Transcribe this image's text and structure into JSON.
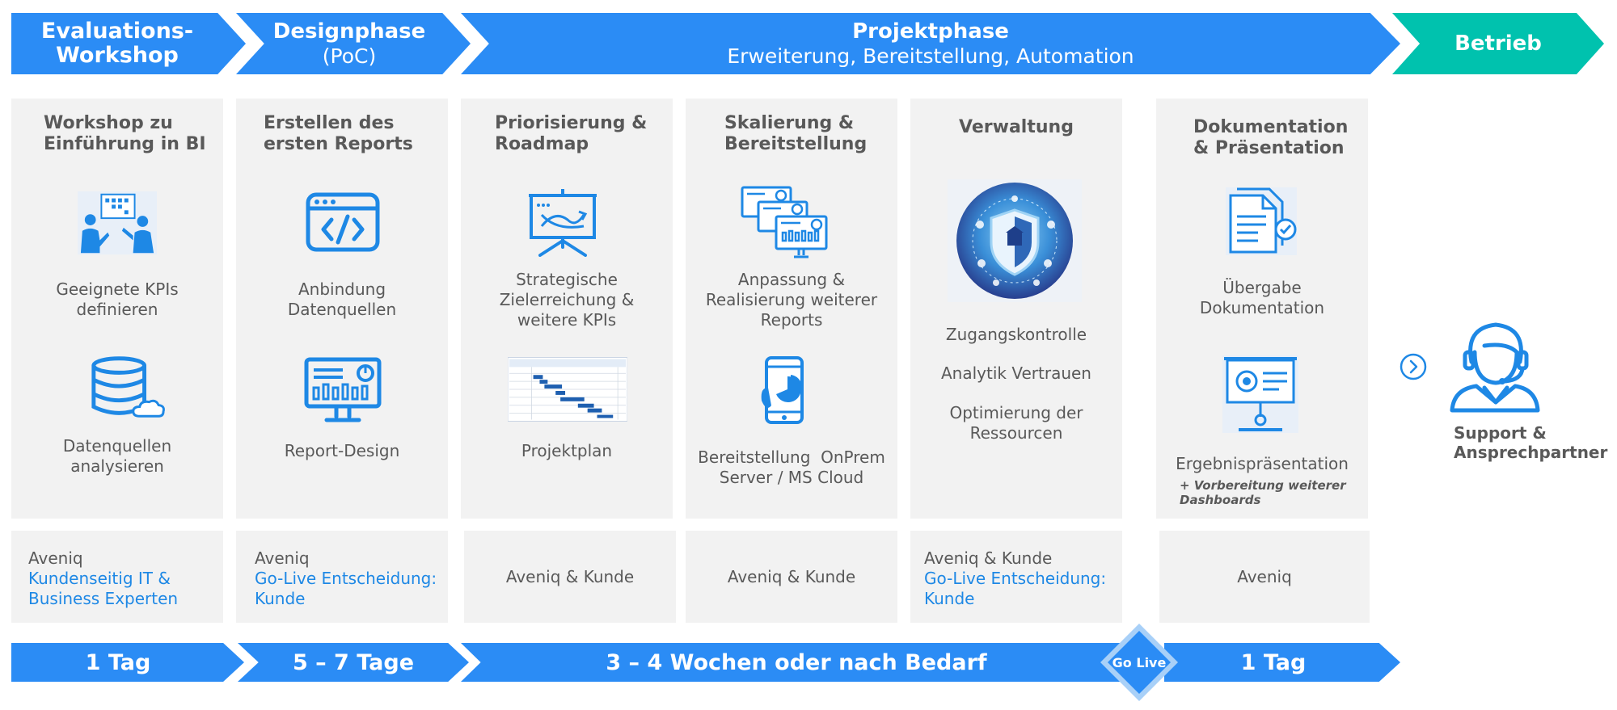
{
  "colors": {
    "blue": "#2b8cf5",
    "teal": "#00c2ae",
    "card": "#f2f2f2",
    "text": "#595959",
    "link": "#1e88e5"
  },
  "phases": [
    {
      "title": "Evaluations-\nWorkshop",
      "subtitle": ""
    },
    {
      "title": "Designphase",
      "subtitle": "(PoC)"
    },
    {
      "title": "Projektphase",
      "subtitle": "Erweiterung, Bereitstellung, Automation"
    },
    {
      "title": "Betrieb",
      "subtitle": ""
    }
  ],
  "cards": [
    {
      "title": "Workshop zu\nEinführung in BI",
      "item1": "Geeignete KPIs\ndefinieren",
      "item2": "Datenquellen\nanalysieren",
      "icon1": "workshop-people-icon",
      "icon2": "database-cloud-icon"
    },
    {
      "title": "Erstellen des\nersten Reports",
      "item1": "Anbindung\nDatenquellen",
      "item2": "Report-Design",
      "icon1": "code-window-icon",
      "icon2": "dashboard-monitor-icon"
    },
    {
      "title": "Priorisierung &\nRoadmap",
      "item1": "Strategische\nZielerreichung &\nweitere KPIs",
      "item2": "Projektplan",
      "icon1": "presentation-board-icon",
      "icon2": "gantt-plan-thumbnail"
    },
    {
      "title": "Skalierung &\nBereitstellung",
      "item1": "Anpassung &\nRealisierung weiterer\nReports",
      "item2": "Bereitstellung  OnPrem\nServer / MS Cloud",
      "icon1": "stacked-reports-icon",
      "icon2": "mobile-chart-icon"
    },
    {
      "title": "Verwaltung",
      "item1": "Zugangskontrolle",
      "item2": "Analytik Vertrauen",
      "item3": "Optimierung der\nRessourcen",
      "icon1": "security-shield-image"
    },
    {
      "title": "Dokumentation\n& Präsentation",
      "item1": "Übergabe\nDokumentation",
      "item2": "Ergebnispräsentation",
      "note": "+ Vorbereitung weiterer\nDashboards",
      "icon1": "document-check-icon",
      "icon2": "presentation-screen-icon"
    }
  ],
  "support": {
    "label": "Support &\nAnsprechpartner",
    "icon": "support-agent-icon"
  },
  "responsibilities": [
    {
      "line1": "Aveniq",
      "line2": "Kundenseitig IT &\nBusiness Experten"
    },
    {
      "line1": "Aveniq",
      "line2": "Go-Live Entscheidung:\nKunde"
    },
    {
      "line1": "Aveniq & Kunde",
      "line2": ""
    },
    {
      "line1": "Aveniq & Kunde",
      "line2": ""
    },
    {
      "line1": "Aveniq & Kunde",
      "line2": "Go-Live Entscheidung:\nKunde"
    },
    {
      "line1": "Aveniq",
      "line2": ""
    }
  ],
  "durations": [
    "1 Tag",
    "5 – 7 Tage",
    "3 – 4 Wochen oder nach Bedarf",
    "1 Tag"
  ],
  "golive": "Go Live"
}
